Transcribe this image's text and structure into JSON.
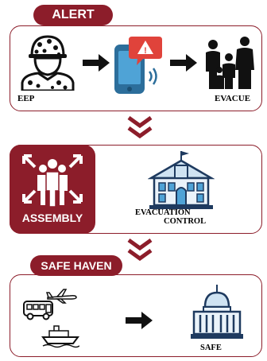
{
  "section1": {
    "tag": "ALERT",
    "left_label": "EEP",
    "right_label": "EVACUE",
    "alert_symbol": "!"
  },
  "section2": {
    "assembly_label": "ASSEMBLY",
    "building_label_line1": "EVACUATION",
    "building_label_line2": "CONTROL"
  },
  "section3": {
    "tag": "SAFE HAVEN",
    "safe_label": "SAFE"
  },
  "colors": {
    "maroon": "#8c1d2a",
    "navy": "#1e3a5f",
    "black": "#111111",
    "phone_blue": "#2c6e9b",
    "alert_red": "#e0433b"
  }
}
